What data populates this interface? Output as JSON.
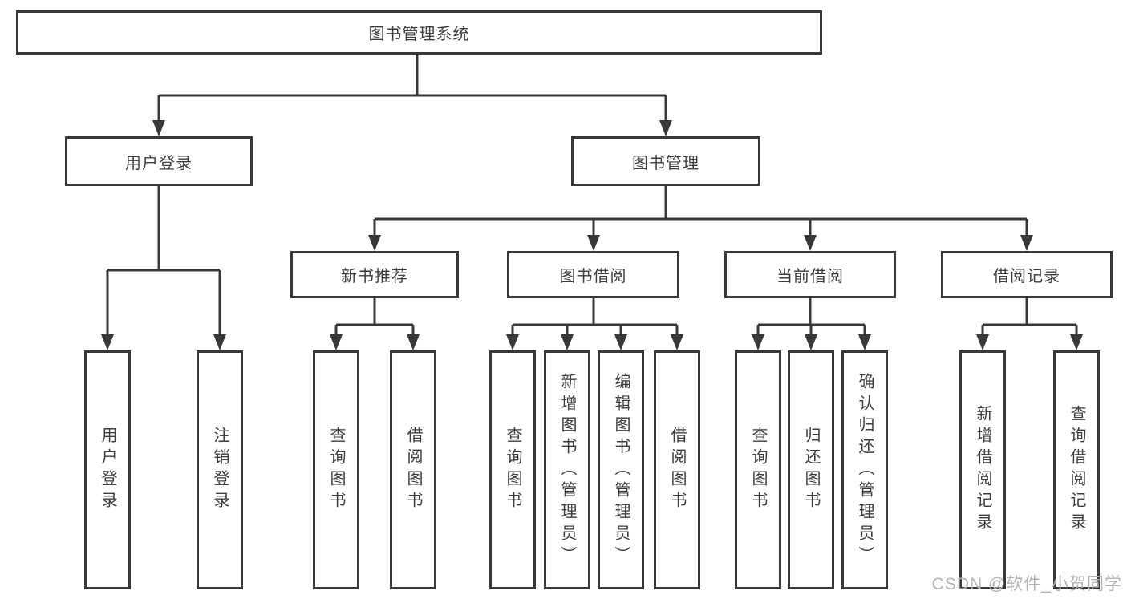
{
  "diagram": {
    "root": {
      "label": "图书管理系统"
    },
    "branches": [
      {
        "label": "用户登录",
        "children": [
          {
            "label": "用户登录"
          },
          {
            "label": "注销登录"
          }
        ]
      },
      {
        "label": "图书管理",
        "children": [
          {
            "label": "新书推荐",
            "children": [
              {
                "label": "查询图书"
              },
              {
                "label": "借阅图书"
              }
            ]
          },
          {
            "label": "图书借阅",
            "children": [
              {
                "label": "查询图书"
              },
              {
                "label": "新增图书（管理员）"
              },
              {
                "label": "编辑图书（管理员）"
              },
              {
                "label": "借阅图书"
              }
            ]
          },
          {
            "label": "当前借阅",
            "children": [
              {
                "label": "查询图书"
              },
              {
                "label": "归还图书"
              },
              {
                "label": "确认归还（管理员）"
              }
            ]
          },
          {
            "label": "借阅记录",
            "children": [
              {
                "label": "新增借阅记录"
              },
              {
                "label": "查询借阅记录"
              }
            ]
          }
        ]
      }
    ]
  },
  "watermark": "CSDN @软件_小贺同学",
  "colors": {
    "line": "#383838",
    "text": "#3d3d3d",
    "watermark": "#b3b3b3",
    "background": "#ffffff"
  }
}
